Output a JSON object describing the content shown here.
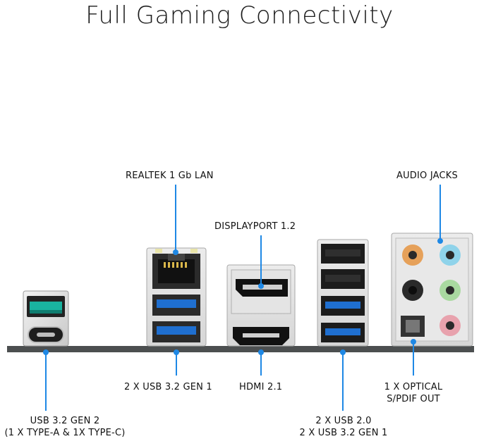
{
  "title": "Full Gaming Connectivity",
  "labels": {
    "lan": "REALTEK 1 Gb LAN",
    "displayport": "DISPLAYPORT 1.2",
    "audio": "AUDIO JACKS",
    "usb_pair": "2 X USB 3.2 GEN 1",
    "hdmi": "HDMI 2.1",
    "optical_line1": "1 X OPTICAL",
    "optical_line2": "S/PDIF OUT",
    "usb_gen2_line1": "USB 3.2 GEN 2",
    "usb_gen2_line2": "(1 X TYPE-A & 1X TYPE-C)",
    "usb_stack_line1": "2 X USB 2.0",
    "usb_stack_line2": "2 X USB 3.2 GEN 1"
  },
  "colors": {
    "callout": "#1e88e5",
    "usb3": "#1f6fd0",
    "usb_gen2": "#19b3a0",
    "audio_orange": "#e6a15a",
    "audio_blue": "#8fd3ea",
    "audio_black": "#2a2a2a",
    "audio_green": "#a9d9a0",
    "audio_pink": "#e8a2ad"
  }
}
